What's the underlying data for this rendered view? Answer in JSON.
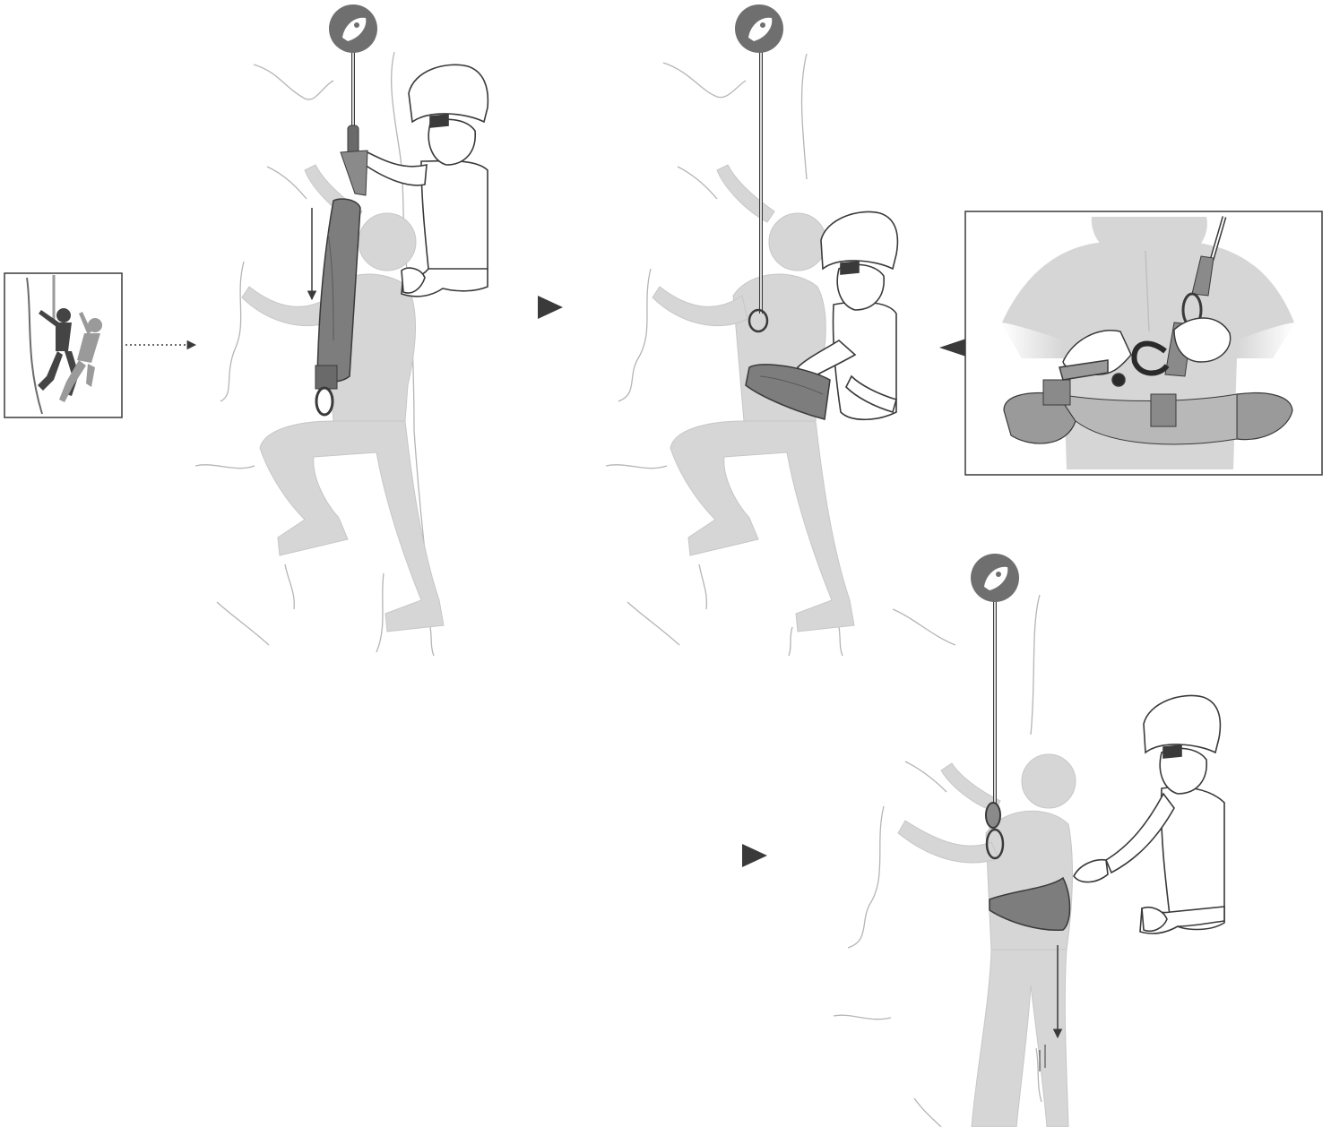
{
  "colors": {
    "background": "#ffffff",
    "ghost_figure": "#d6d6d6",
    "ghost_line": "#c7c7c7",
    "rock_line": "#b5b5b5",
    "ink": "#3a3a3a",
    "bag": "#7d7d7d",
    "bag_dark": "#5a5a5a",
    "badge": "#6f6f6f",
    "badge_icon": "#ffffff",
    "arrow": "#3a3a3a",
    "inset_border": "#3a3a3a",
    "inset_figure": "#8a8a8a"
  },
  "icons": {
    "anchor_badge": "anchor-plate-icon",
    "step_arrow": "triangle-right-icon",
    "motion_arrow": "down-arrow-icon"
  },
  "panels": [
    {
      "id": "step-1",
      "description_icon": "rescuer-attaches-bag"
    },
    {
      "id": "step-2",
      "description_icon": "rescuer-opens-bag"
    },
    {
      "id": "step-3",
      "description_icon": "victim-lowered"
    }
  ]
}
